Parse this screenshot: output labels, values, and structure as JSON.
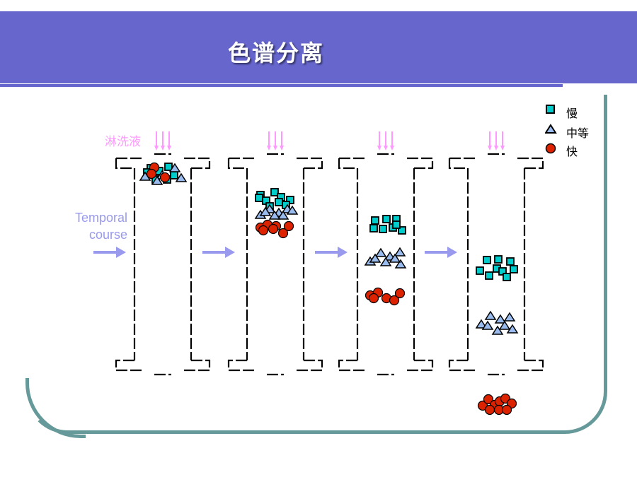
{
  "title": "色谱分离",
  "eluent_label": "淋洗液",
  "temporal_course": [
    "Temporal",
    "course"
  ],
  "legend": [
    {
      "label": "慢",
      "shape": "square",
      "color": "#00cccc"
    },
    {
      "label": "中等",
      "shape": "triangle",
      "color": "#99bbee"
    },
    {
      "label": "快",
      "shape": "circle",
      "color": "#dd2200"
    }
  ],
  "colors": {
    "title_band": "#6666cc",
    "frame": "#669999",
    "eluent": "#ff99ff",
    "time_arrow": "#9999ee"
  }
}
